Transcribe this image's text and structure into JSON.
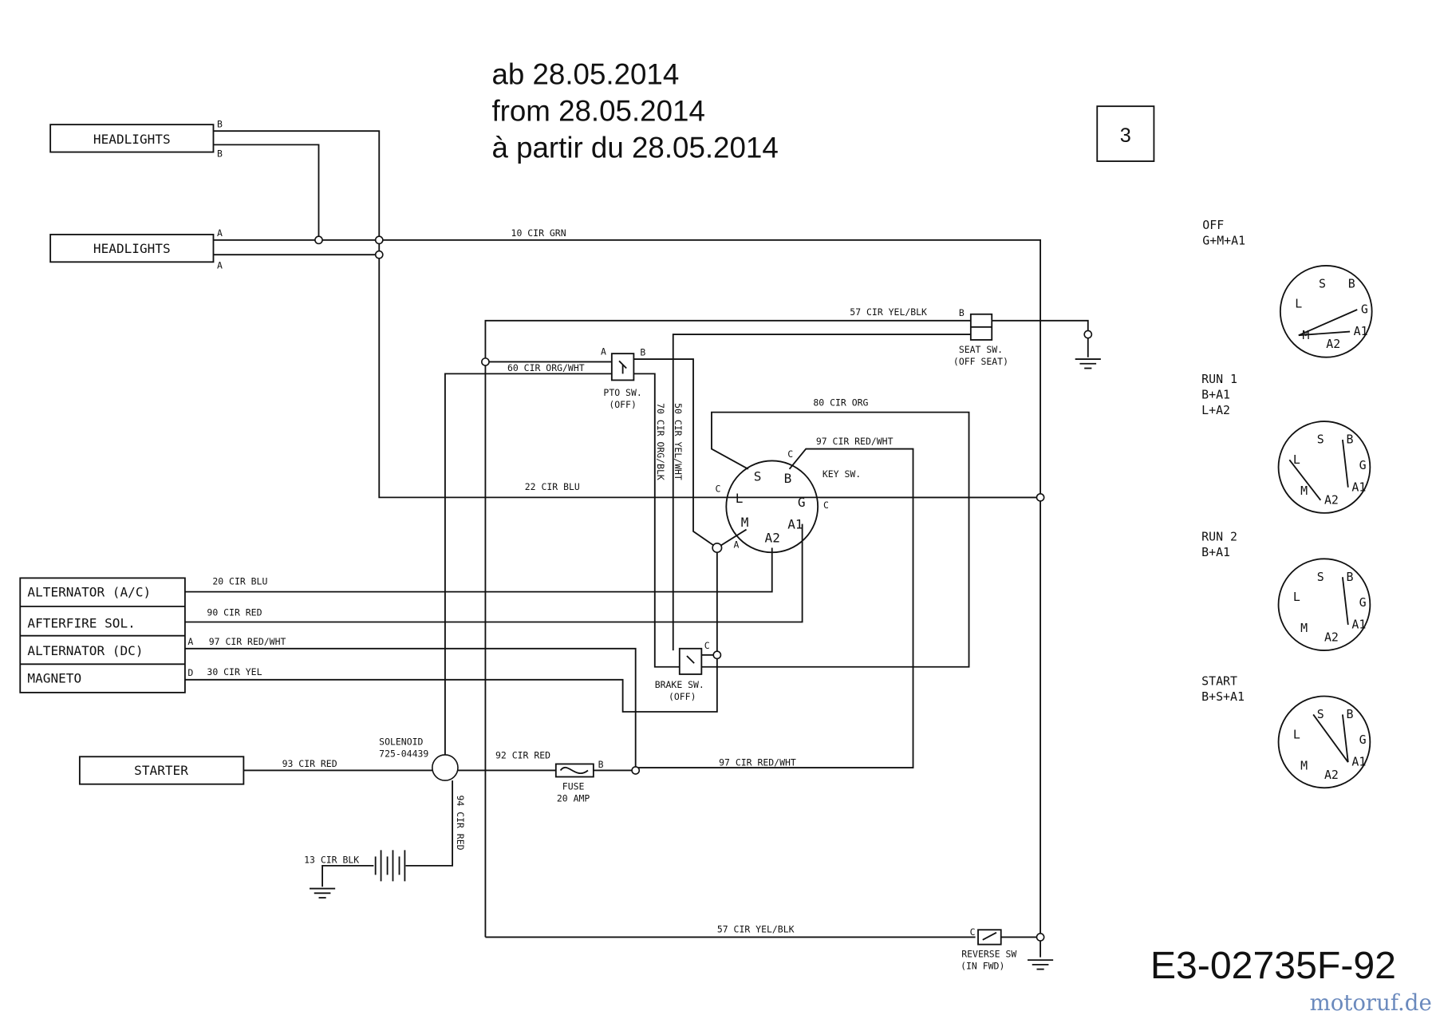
{
  "header": {
    "lines": [
      "ab 28.05.2014",
      "from 28.05.2014",
      "à partir du 28.05.2014"
    ],
    "page_box": "3"
  },
  "components": {
    "headlights_1": "HEADLIGHTS",
    "headlights_2": "HEADLIGHTS",
    "alternator_ac": "ALTERNATOR (A/C)",
    "afterfire": "AFTERFIRE SOL.",
    "alternator_dc": "ALTERNATOR (DC)",
    "magneto": "MAGNETO",
    "starter": "STARTER",
    "solenoid": [
      "SOLENOID",
      "725-04439"
    ],
    "fuse": [
      "FUSE",
      "20 AMP"
    ],
    "pto_switch": [
      "PTO SW.",
      "(OFF)"
    ],
    "seat_switch": [
      "SEAT SW.",
      "(OFF SEAT)"
    ],
    "brake_switch": [
      "BRAKE SW.",
      "(OFF)"
    ],
    "reverse_switch": [
      "REVERSE SW",
      "(IN FWD)"
    ],
    "key_switch": "KEY SW.",
    "key_terminals": [
      "S",
      "B",
      "L",
      "G",
      "M",
      "A2",
      "A1"
    ]
  },
  "wires": {
    "w10": "10 CIR GRN",
    "w57_top": "57 CIR YEL/BLK",
    "w60": "60 CIR ORG/WHT",
    "w70": "70 CIR ORG/BLK",
    "w50": "50 CIR YEL/WHT",
    "w80": "80 CIR ORG",
    "w97_key": "97 CIR RED/WHT",
    "w22": "22 CIR BLU",
    "w20": "20 CIR BLU",
    "w90": "90 CIR RED",
    "w97_alt": "97 CIR RED/WHT",
    "w30": "30 CIR YEL",
    "w93": "93 CIR RED",
    "w92": "92 CIR RED",
    "w97_fuse": "97 CIR RED/WHT",
    "w94": "94 CIR RED",
    "w13": "13 CIR BLK",
    "w57_bottom": "57 CIR YEL/BLK"
  },
  "terminal_letters": {
    "a": "A",
    "b": "B",
    "c": "C",
    "d": "D"
  },
  "key_positions": [
    {
      "name": "OFF",
      "combos": [
        "G+M+A1"
      ]
    },
    {
      "name": "RUN  1",
      "combos": [
        "B+A1",
        "L+A2"
      ]
    },
    {
      "name": "RUN  2",
      "combos": [
        "B+A1"
      ]
    },
    {
      "name": "START",
      "combos": [
        "B+S+A1"
      ]
    }
  ],
  "footer": {
    "drawing_number": "E3-02735F-92",
    "watermark": "motoruf.de"
  }
}
